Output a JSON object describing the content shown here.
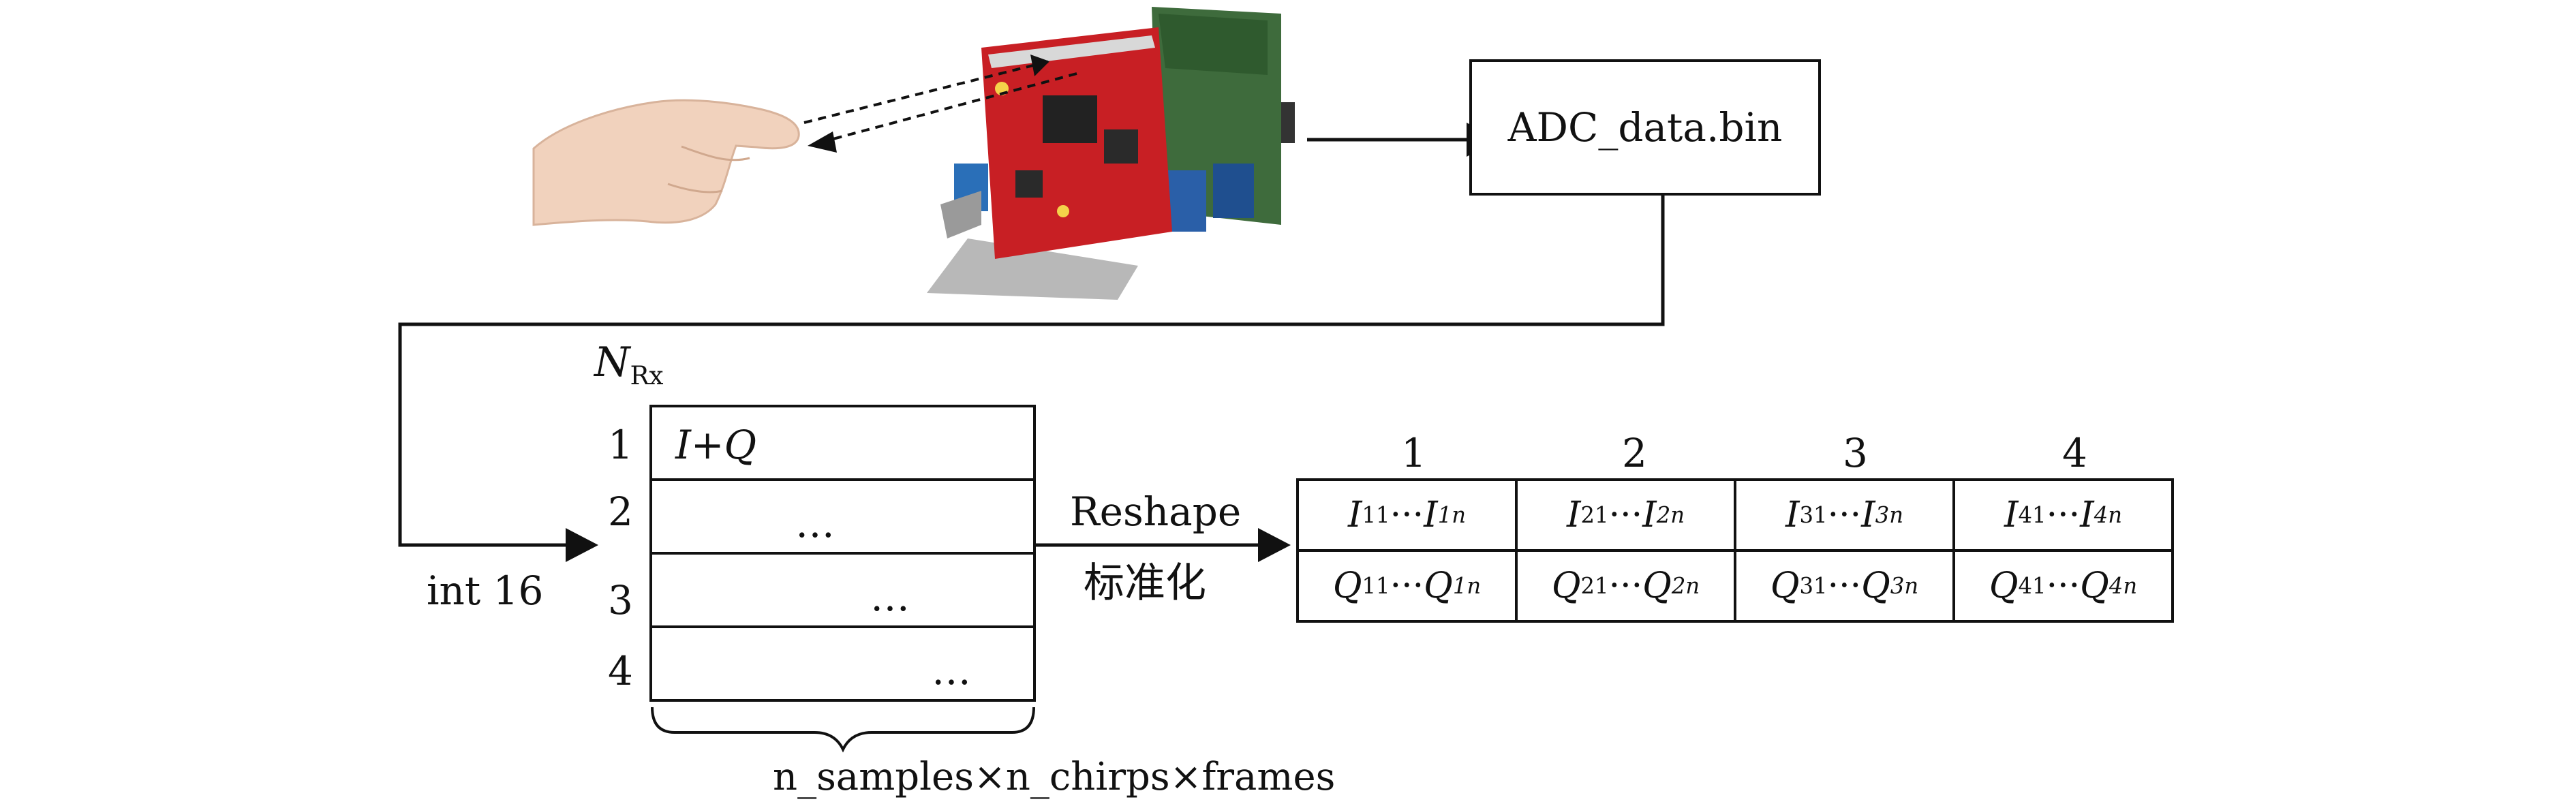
{
  "output_file": {
    "label": "ADC_data.bin"
  },
  "datatype_label": "int 16",
  "rx_axis": {
    "symbol": "N",
    "subscript": "Rx",
    "indices": [
      "1",
      "2",
      "3",
      "4"
    ]
  },
  "rx_rows": [
    {
      "content": "I+Q"
    },
    {
      "content": "…"
    },
    {
      "content": "…"
    },
    {
      "content": "…"
    }
  ],
  "brace_label": "n_samples×n_chirps×frames",
  "transform": {
    "line1": "Reshape",
    "line2": "标准化"
  },
  "channel_table": {
    "headers": [
      "1",
      "2",
      "3",
      "4"
    ],
    "rows": [
      [
        {
          "a": "I",
          "a_sub": "11",
          "dots": "···",
          "b": "I",
          "b_sub": "1n"
        },
        {
          "a": "I",
          "a_sub": "21",
          "dots": "···",
          "b": "I",
          "b_sub": "2n"
        },
        {
          "a": "I",
          "a_sub": "31",
          "dots": "···",
          "b": "I",
          "b_sub": "3n"
        },
        {
          "a": "I",
          "a_sub": "41",
          "dots": "···",
          "b": "I",
          "b_sub": "4n"
        }
      ],
      [
        {
          "a": "Q",
          "a_sub": "11",
          "dots": "···",
          "b": "Q",
          "b_sub": "1n"
        },
        {
          "a": "Q",
          "a_sub": "21",
          "dots": "···",
          "b": "Q",
          "b_sub": "2n"
        },
        {
          "a": "Q",
          "a_sub": "31",
          "dots": "···",
          "b": "Q",
          "b_sub": "3n"
        },
        {
          "a": "Q",
          "a_sub": "41",
          "dots": "···",
          "b": "Q",
          "b_sub": "4n"
        }
      ]
    ]
  },
  "photo": {
    "hand": "hand-image",
    "board": "radar-board-image"
  }
}
